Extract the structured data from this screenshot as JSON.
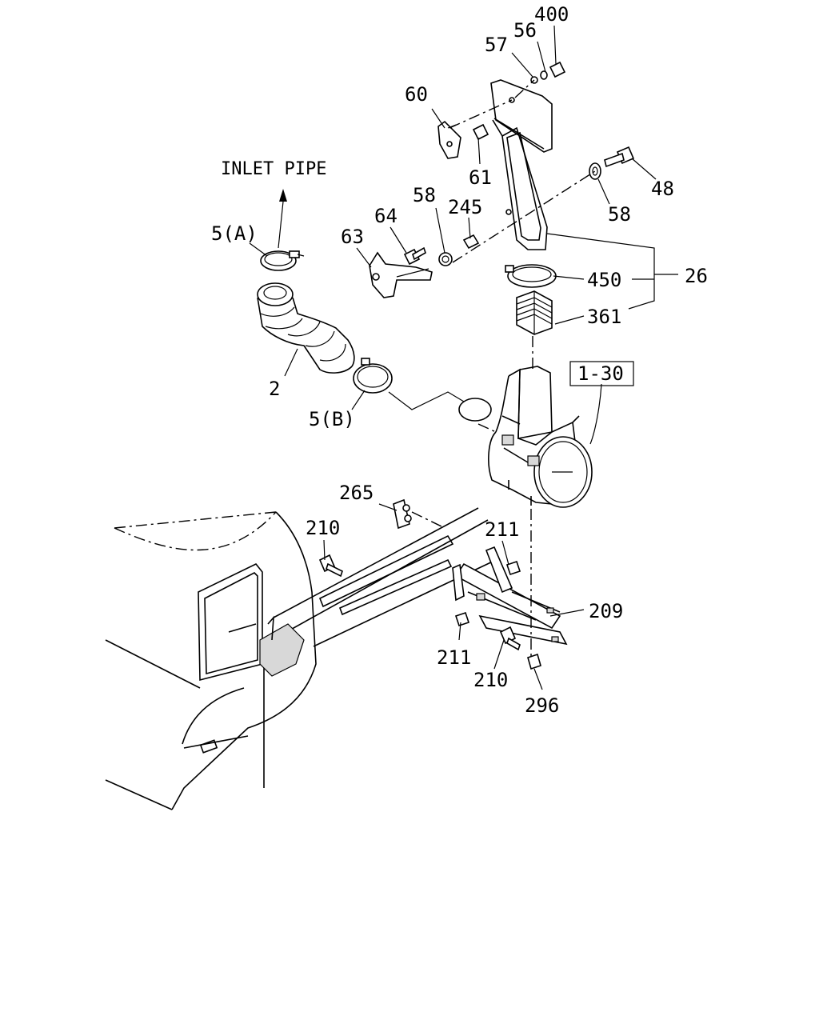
{
  "callouts": {
    "inlet_pipe": "INLET PIPE",
    "p400": "400",
    "p56": "56",
    "p57": "57",
    "p60": "60",
    "p61": "61",
    "p48": "48",
    "p58_right": "58",
    "p58_left": "58",
    "p245": "245",
    "p64": "64",
    "p63": "63",
    "p5a": "5(A)",
    "p450": "450",
    "p26": "26",
    "p361": "361",
    "p2": "2",
    "p1_30": "1-30",
    "p5b": "5(B)",
    "p265": "265",
    "p210_top": "210",
    "p211_top": "211",
    "p209": "209",
    "p211_bottom": "211",
    "p210_bottom": "210",
    "p296": "296"
  }
}
